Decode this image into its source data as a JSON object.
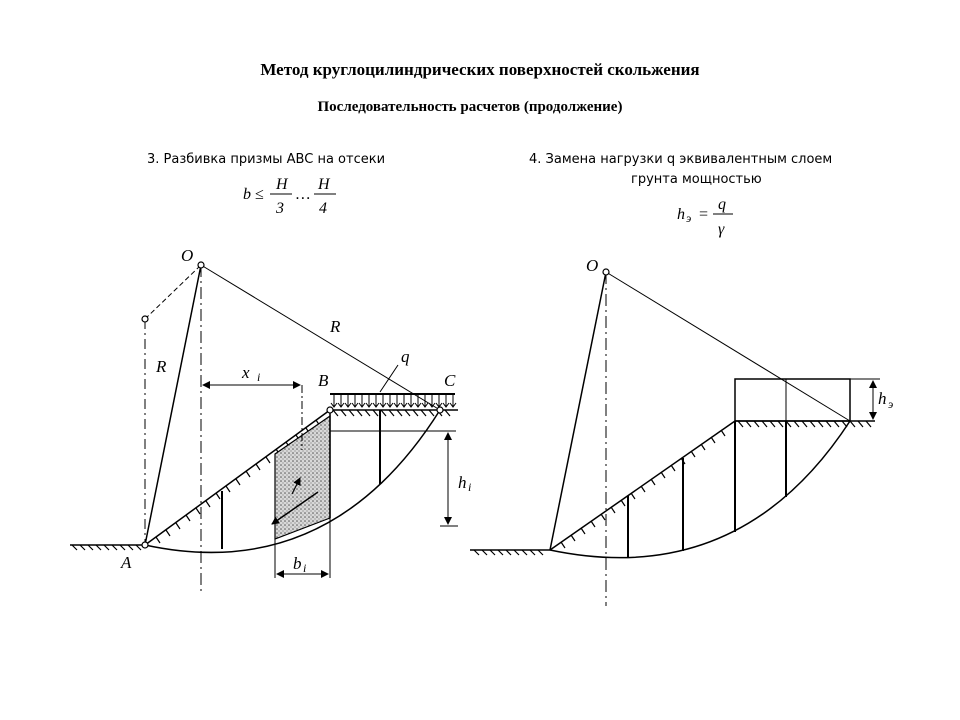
{
  "title": "Метод круглоцилиндрических поверхностей скольжения",
  "subtitle": "Последовательность расчетов (продолжение)",
  "left_panel": {
    "caption": "3. Разбивка призмы ABC на отсеки",
    "formula_lhs": "b ≤",
    "formula_num1": "H",
    "formula_den1": "3",
    "formula_dots": "…",
    "formula_num2": "H",
    "formula_den2": "4",
    "labels": {
      "center": "O",
      "radius_left": "R",
      "radius_right": "R",
      "point_a": "A",
      "point_b": "B",
      "point_c": "C",
      "load": "q",
      "arm": "x",
      "arm_sub": "i",
      "height": "h",
      "height_sub": "i",
      "width": "b",
      "width_sub": "i"
    }
  },
  "right_panel": {
    "caption_line1": "4. Замена нагрузки q эквивалентным слоем",
    "caption_line2": "грунта мощностью",
    "formula_lhs": "h",
    "formula_lhs_sub": "э",
    "formula_eq": "=",
    "formula_num": "q",
    "formula_den": "γ",
    "labels": {
      "center": "O",
      "layer": "h",
      "layer_sub": "э"
    }
  }
}
